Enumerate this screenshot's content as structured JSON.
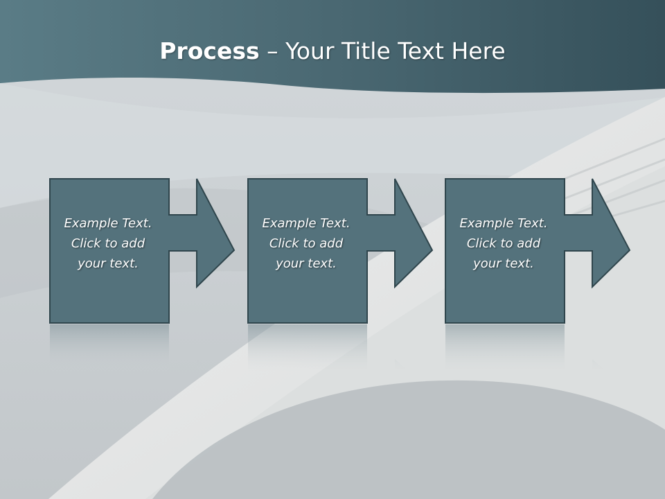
{
  "slide": {
    "title_bold": "Process",
    "title_rest": " – Your Title Text Here"
  },
  "steps": [
    {
      "lines": [
        "Example Text.",
        "Click  to add",
        "your text."
      ]
    },
    {
      "lines": [
        "Example Text.",
        "Click  to add",
        "your text."
      ]
    },
    {
      "lines": [
        "Example Text.",
        "Click  to add",
        "your text."
      ]
    }
  ],
  "colors": {
    "box_fill": "#54727c",
    "box_stroke": "#2f454c",
    "header_dark": "#36505a",
    "background": "#c9cfd2"
  }
}
